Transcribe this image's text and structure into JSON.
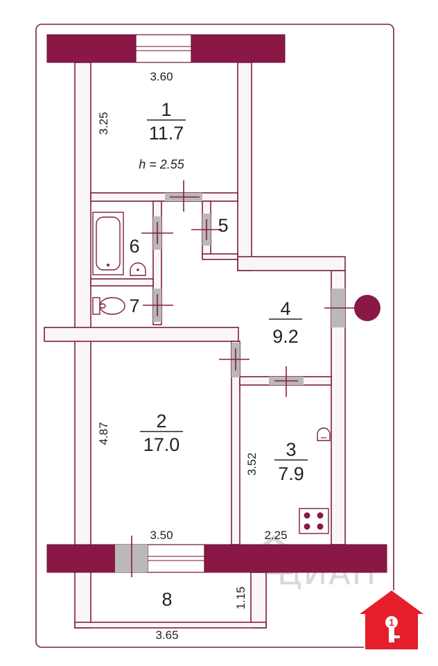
{
  "colors": {
    "wall_outline": "#7a1f3d",
    "exterior_wall": "#8a1846",
    "door_gap": "#b9b9b9",
    "logo_red": "#e41e2b",
    "watermark": "#d4d4d4"
  },
  "rooms": [
    {
      "id": "1",
      "number": "1",
      "area": "11.7"
    },
    {
      "id": "2",
      "number": "2",
      "area": "17.0"
    },
    {
      "id": "3",
      "number": "3",
      "area": "7.9"
    },
    {
      "id": "4",
      "number": "4",
      "area": "9.2"
    },
    {
      "id": "5",
      "number": "5",
      "area": ""
    },
    {
      "id": "6",
      "number": "6",
      "area": ""
    },
    {
      "id": "7",
      "number": "7",
      "area": ""
    },
    {
      "id": "8",
      "number": "8",
      "area": ""
    }
  ],
  "ceiling_height": "h = 2.55",
  "dimensions": {
    "room1_width": "3.60",
    "room1_length": "3.25",
    "room2_length": "4.87",
    "room2_width": "3.50",
    "room3_length": "3.52",
    "room3_width": "2.25",
    "balcony_depth": "1.15",
    "balcony_width": "3.65"
  },
  "watermark_text": "ЦИАН",
  "logo_digit": "1",
  "icons": {
    "bathtub": "bathtub-icon",
    "sink": "sink-icon",
    "toilet": "toilet-icon",
    "stove": "stove-icon",
    "gas_meter": "gas-meter-icon",
    "entrance": "entrance-marker-icon",
    "logo": "realty-logo-house-key-icon"
  }
}
